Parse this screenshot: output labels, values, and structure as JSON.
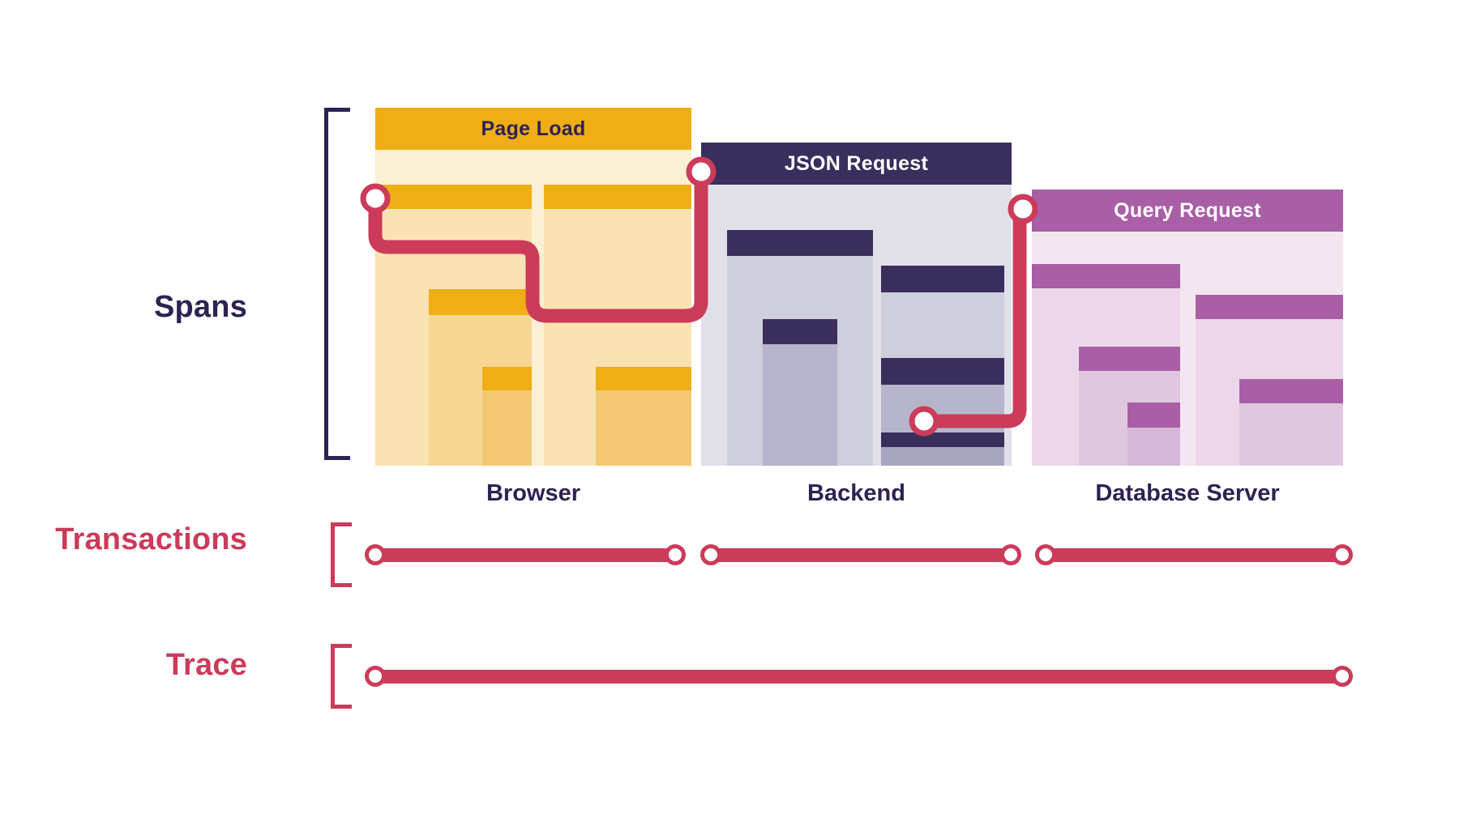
{
  "diagram": {
    "title_rows": {
      "spans": "Spans",
      "transactions": "Transactions",
      "trace": "Trace"
    },
    "colors": {
      "browser_header": "#EFAE15",
      "browser_bar": "#F0B32A",
      "browser_shade_1": "#FBF0D4",
      "browser_shade_2": "#F9E3B3",
      "browser_shade_3": "#F7D694",
      "browser_shade_4": "#F4C873",
      "backend_header": "#3A2E5C",
      "backend_bar": "#3A2E5C",
      "backend_shade_1": "#E1E0E9",
      "backend_shade_2": "#CFCEDC",
      "backend_shade_3": "#B7B5CB",
      "backend_shade_4": "#A8A6BF",
      "database_header": "#A95FA6",
      "database_bar": "#A95FA6",
      "database_shade_1": "#F3E6F1",
      "database_shade_2": "#EBD7E9",
      "database_shade_3": "#E0C7E0",
      "database_shade_4": "#D6B8D8",
      "connector": "#CC3B5A",
      "dark_text": "#2E2252",
      "red_text": "#CC3B5A",
      "node_fill": "#FFFFFF"
    },
    "services": [
      {
        "id": "browser",
        "header_label": "Page Load",
        "footer_label": "Browser",
        "header_text_color": "#2E2252",
        "spans": [
          {
            "name": "span-root-a"
          },
          {
            "name": "span-child-a1"
          },
          {
            "name": "span-child-a2"
          },
          {
            "name": "span-root-b"
          },
          {
            "name": "span-child-b1"
          }
        ]
      },
      {
        "id": "backend",
        "header_label": "JSON Request",
        "footer_label": "Backend",
        "header_text_color": "#FFFFFF",
        "spans": [
          {
            "name": "span-handler"
          },
          {
            "name": "span-handler-child"
          },
          {
            "name": "span-query-prep"
          },
          {
            "name": "span-db-call"
          }
        ]
      },
      {
        "id": "database",
        "header_label": "Query Request",
        "footer_label": "Database Server",
        "header_text_color": "#FFFFFF",
        "spans": [
          {
            "name": "span-parse"
          },
          {
            "name": "span-scan"
          },
          {
            "name": "span-fetch"
          },
          {
            "name": "span-return"
          }
        ]
      }
    ],
    "transactions_row": {
      "segments": [
        {
          "name": "transaction-browser"
        },
        {
          "name": "transaction-backend"
        },
        {
          "name": "transaction-database"
        }
      ]
    },
    "trace_row": {
      "segments": [
        {
          "name": "trace-full"
        }
      ]
    }
  }
}
